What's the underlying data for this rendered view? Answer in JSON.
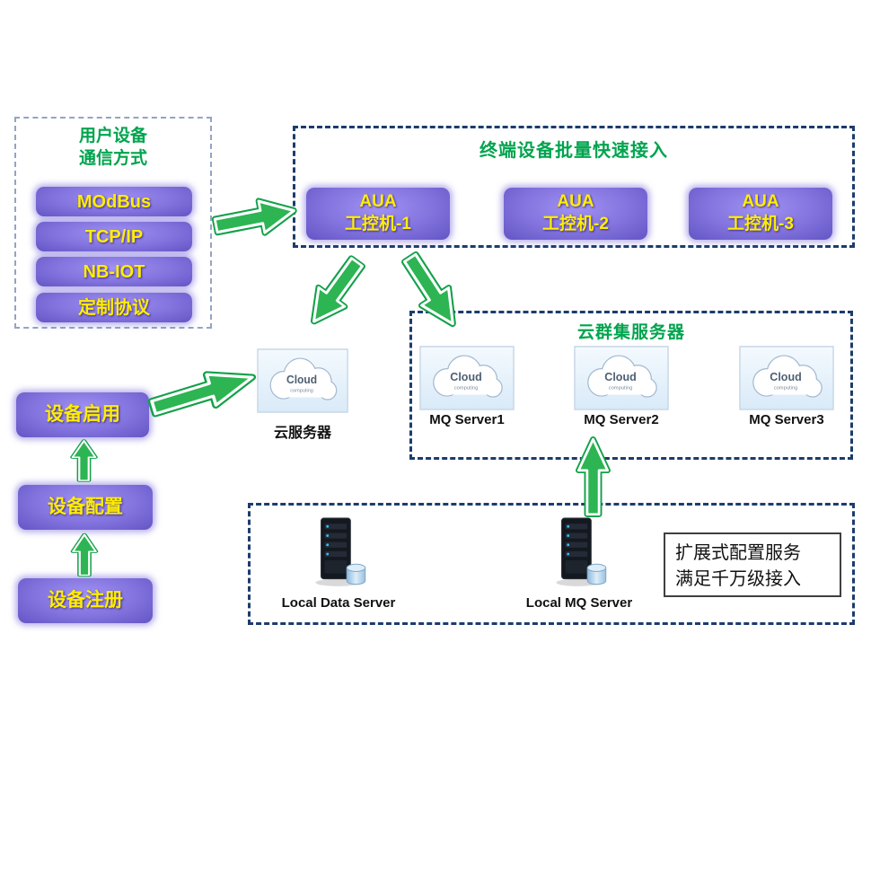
{
  "comm_box": {
    "title_line1": "用户设备",
    "title_line2": "通信方式",
    "items": [
      {
        "label": "MOdBus"
      },
      {
        "label": "TCP/IP"
      },
      {
        "label": "NB-IOT"
      },
      {
        "label": "定制协议"
      }
    ]
  },
  "terminal_box": {
    "title": "终端设备批量快速接入",
    "nodes": [
      {
        "line1": "AUA",
        "line2": "工控机-1"
      },
      {
        "line1": "AUA",
        "line2": "工控机-2"
      },
      {
        "line1": "AUA",
        "line2": "工控机-3"
      }
    ]
  },
  "cloud_icon": {
    "title": "Cloud",
    "subtitle": "computing"
  },
  "cloud_server": {
    "label": "云服务器"
  },
  "cluster_box": {
    "title": "云群集服务器",
    "servers": [
      {
        "label": "MQ Server1"
      },
      {
        "label": "MQ Server2"
      },
      {
        "label": "MQ Server3"
      }
    ]
  },
  "device_steps": [
    {
      "label": "设备启用"
    },
    {
      "label": "设备配置"
    },
    {
      "label": "设备注册"
    }
  ],
  "local_box": {
    "servers": [
      {
        "label": "Local Data Server"
      },
      {
        "label": "Local MQ Server"
      }
    ],
    "note": {
      "line1": "扩展式配置服务",
      "line2": "满足千万级接入"
    }
  },
  "colors": {
    "title_green": "#00a44e",
    "arrow_green": "#2db453",
    "node_purple": "#8172dd",
    "node_text_yellow": "#ffee00",
    "dashed_border_navy": "#1c3c6e"
  }
}
